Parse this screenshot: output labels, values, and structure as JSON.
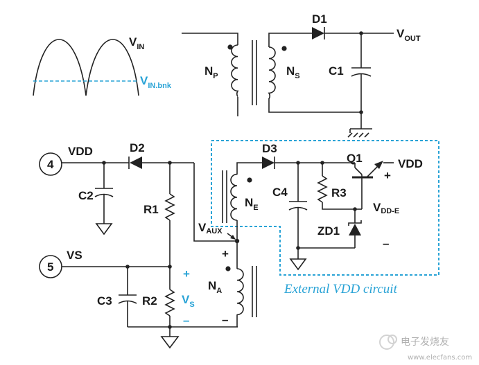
{
  "labels": {
    "vin": "V",
    "vin_sub": "IN",
    "vin_bnk": "V",
    "vin_bnk_sub": "IN.bnk",
    "np": "N",
    "np_sub": "P",
    "ns": "N",
    "ns_sub": "S",
    "d1": "D1",
    "vout": "V",
    "vout_sub": "OUT",
    "c1": "C1",
    "pin4": "4",
    "vdd_left": "VDD",
    "d2": "D2",
    "c2": "C2",
    "r1": "R1",
    "d3": "D3",
    "ne": "N",
    "ne_sub": "E",
    "c4": "C4",
    "r3": "R3",
    "q1": "Q1",
    "vdd_right": "VDD",
    "plus_vdde": "+",
    "vdde": "V",
    "vdde_sub": "DD-E",
    "zd1": "ZD1",
    "minus_vdde": "–",
    "vaux": "V",
    "vaux_sub": "AUX",
    "pin5": "5",
    "vs_left": "VS",
    "plus_vs": "+",
    "vs_mid": "V",
    "vs_mid_sub": "S",
    "minus_vs": "–",
    "c3": "C3",
    "r2": "R2",
    "plus_na": "+",
    "na": "N",
    "na_sub": "A",
    "minus_na": "–",
    "ext_caption": "External VDD circuit",
    "watermark": "电子发烧友",
    "watermark_url": "www.elecfans.com"
  },
  "colors": {
    "wire": "#222222",
    "accent": "#29a3d6"
  }
}
